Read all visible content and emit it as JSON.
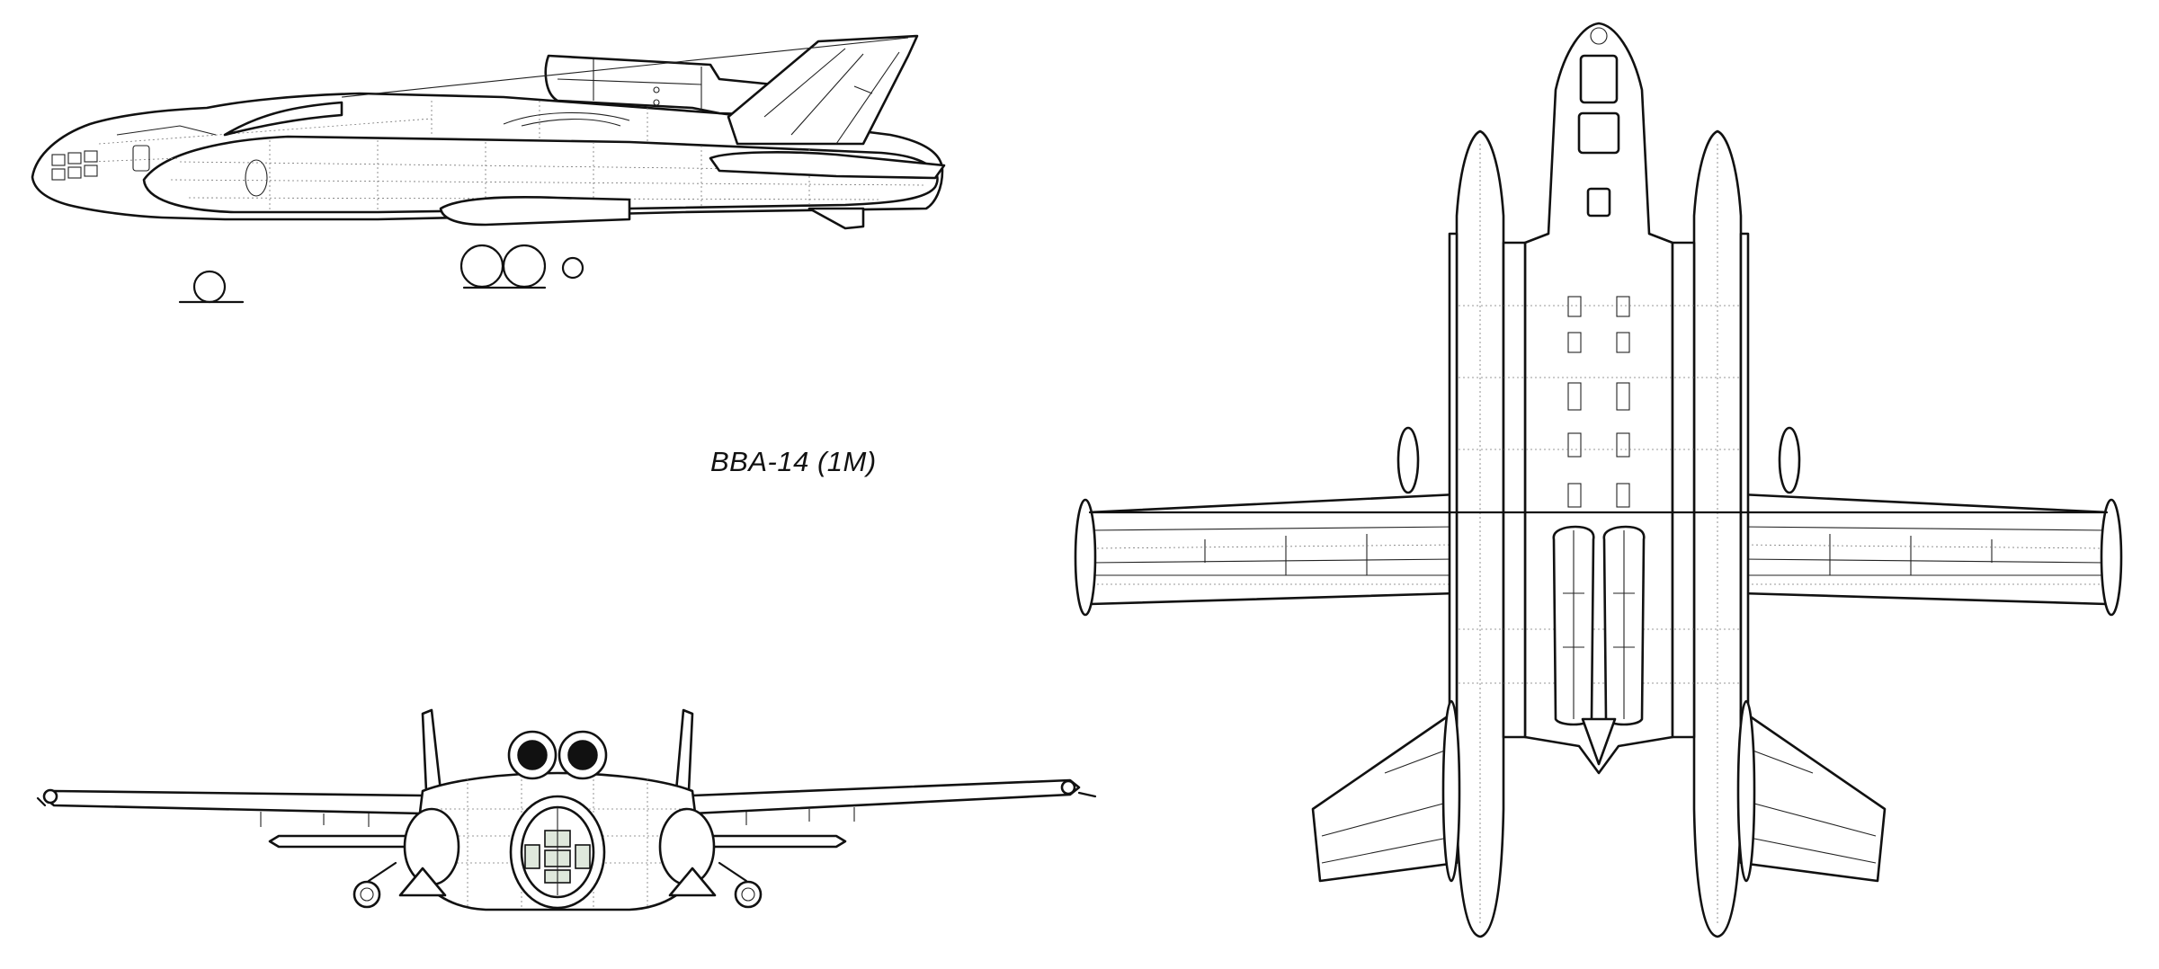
{
  "drawing": {
    "title": "BBA-14 (1M)",
    "line_color": "#111111",
    "background": "#ffffff",
    "views": [
      "side-view",
      "front-view",
      "top-view"
    ]
  }
}
